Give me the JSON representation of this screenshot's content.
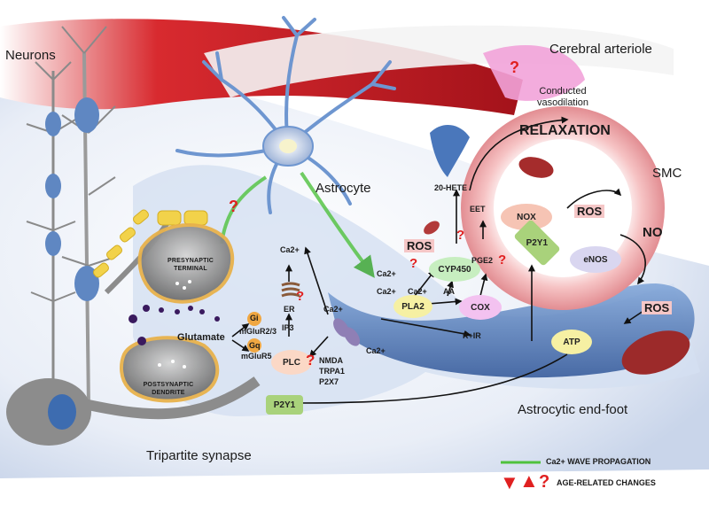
{
  "labels": {
    "neurons": "Neurons",
    "astrocyte": "Astrocyte",
    "cerebral_arteriole": "Cerebral arteriole",
    "conducted_vasodilation": "Conducted vasodilation",
    "relaxation": "RELAXATION",
    "smc": "SMC",
    "astrocytic_endfoot": "Astrocytic end-foot",
    "tripartite_synapse": "Tripartite synapse",
    "presynaptic_terminal": "PRESYNAPTIC TERMINAL",
    "postsynaptic_dendrite": "POSTSYNAPTIC DENDRITE"
  },
  "molecules": {
    "glutamate": "Glutamate",
    "gi": "Gi",
    "mglur23": "mGluR2/3",
    "gq": "Gq",
    "mglur5": "mGluR5",
    "ip3": "IP3",
    "er": "ER",
    "plc": "PLC",
    "p2y1_bottom": "P2Y1",
    "p2y1_right": "P2Y1",
    "ca_top": "Ca2+",
    "ca_mid": "Ca2+",
    "ca_recept": "Ca2+",
    "ca_a": "Ca2+",
    "ca_b": "Ca2+",
    "ca_c": "Ca2+",
    "channels": [
      "NMDA",
      "TRPA1",
      "P2X7"
    ],
    "pla2": "PLA2",
    "aa": "AA",
    "cyp450": "CYP450",
    "cox": "COX",
    "pge2": "PGE2",
    "eet": "EET",
    "hete": "20-HETE",
    "ros_left": "ROS",
    "ros_smc": "ROS",
    "ros_endfoot": "ROS",
    "nox": "NOX",
    "enos": "eNOS",
    "no": "NO",
    "atp": "ATP",
    "kir": "K+IR"
  },
  "legend": {
    "wave": "Ca2+ WAVE PROPAGATION",
    "age": "AGE-RELATED CHANGES",
    "q": "?"
  },
  "colors": {
    "arteriole": "#c8202a",
    "smc_ring": "#ee9b9e",
    "astro_blue": "#5b86c2",
    "endfoot_blue": "#3b63a3",
    "ca_green": "#4fc23d",
    "alert_red": "#e02020"
  }
}
